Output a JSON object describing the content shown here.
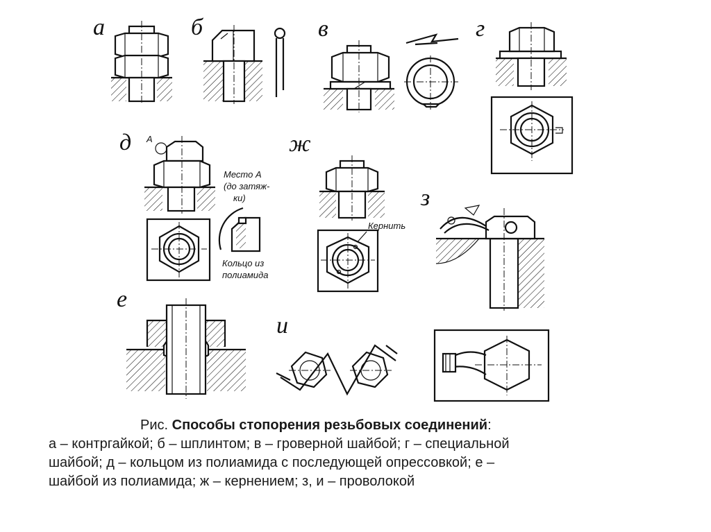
{
  "figure": {
    "labels": {
      "a": "а",
      "b": "б",
      "v": "в",
      "g": "г",
      "d": "д",
      "e": "е",
      "zh": "ж",
      "z": "з",
      "i": "и"
    },
    "notes": {
      "mark_a": "A",
      "place_a_1": "Место A",
      "place_a_2": "(до затяж-",
      "place_a_3": "ки)",
      "ring_1": "Кольцо из",
      "ring_2": "полиамида",
      "punch": "Кернить"
    }
  },
  "caption": {
    "prefix": "Рис. ",
    "title": "Способы стопорения резьбовых соединений",
    "colon": ":",
    "line2": "а – контргайкой; б – шплинтом; в – гроверной шайбой; г – специальной",
    "line3": "шайбой; д – кольцом из полиамида с последующей опрессовкой; е –",
    "line4": "шайбой из полиамида; ж – кернением; з, и – проволокой"
  }
}
